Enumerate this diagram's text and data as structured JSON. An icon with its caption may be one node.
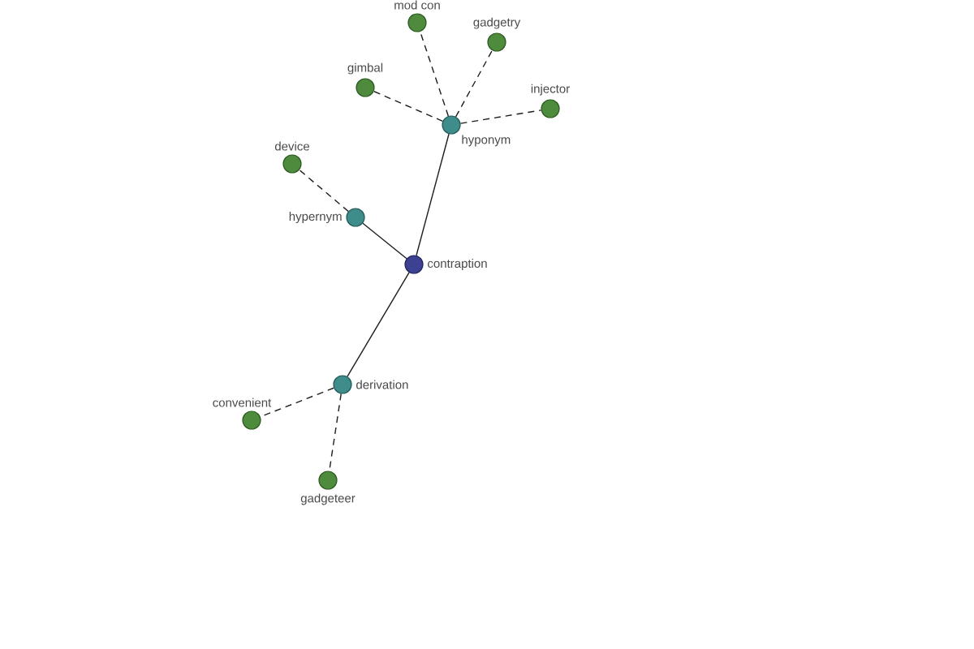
{
  "diagram": {
    "nodes": [
      {
        "text": [
          "mod con"
        ]
      },
      {
        "text": [
          "gadgetry"
        ]
      },
      {
        "text": [
          "gimbal"
        ]
      },
      {
        "text": [
          "injector"
        ]
      },
      {
        "text": [
          "hyponym"
        ]
      },
      {
        "text": [
          "device"
        ]
      },
      {
        "text": [
          "hypernym"
        ]
      },
      {
        "text": [
          "contraption"
        ]
      },
      {
        "text": [
          "derivation"
        ]
      },
      {
        "text": [
          "convenient"
        ]
      },
      {
        "text": [
          "gadgeteer"
        ]
      }
    ],
    "edges": [
      {
        "from": 4,
        "to": 0,
        "arrow": "none",
        "style": "dashed"
      },
      {
        "from": 4,
        "to": 1,
        "arrow": "none",
        "style": "dashed"
      },
      {
        "from": 4,
        "to": 2,
        "arrow": "none",
        "style": "dashed"
      },
      {
        "from": 4,
        "to": 3,
        "arrow": "none",
        "style": "dashed"
      },
      {
        "from": 7,
        "to": 4,
        "arrow": "none"
      },
      {
        "from": 6,
        "to": 5,
        "arrow": "none",
        "style": "dashed"
      },
      {
        "from": 7,
        "to": 6,
        "arrow": "none"
      },
      {
        "from": 7,
        "to": 8,
        "arrow": "none"
      },
      {
        "from": 8,
        "to": 9,
        "arrow": "none",
        "style": "dashed"
      },
      {
        "from": 8,
        "to": 10,
        "arrow": "none",
        "style": "dashed"
      }
    ]
  }
}
